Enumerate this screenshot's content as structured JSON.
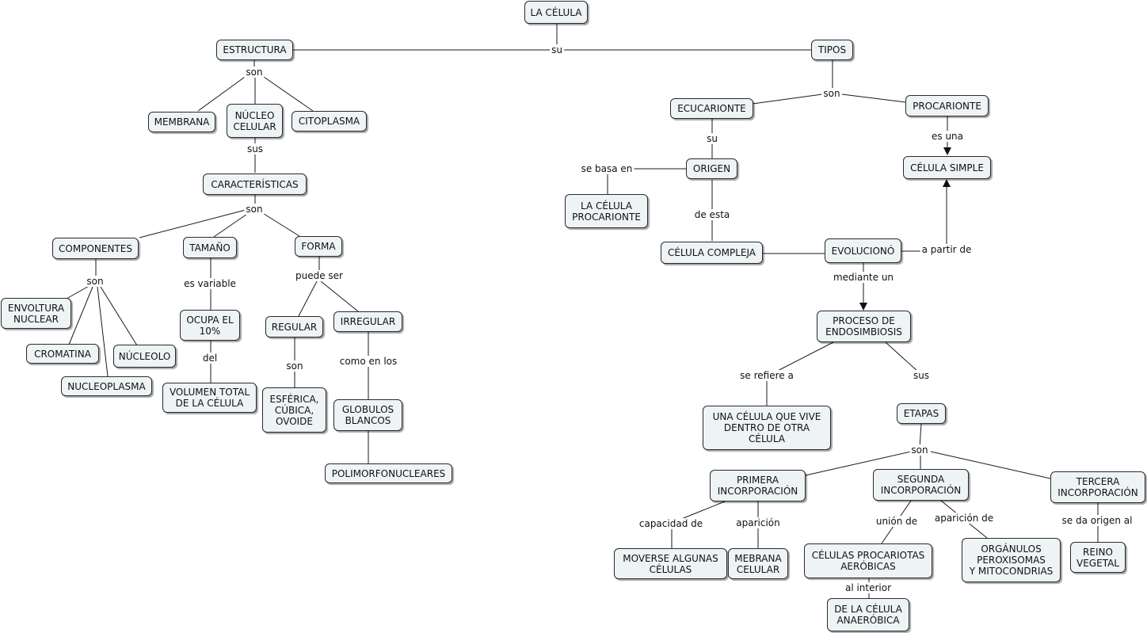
{
  "nodes": {
    "celula": "LA CÉLULA",
    "estructura": "ESTRUCTURA",
    "tipos": "TIPOS",
    "membrana": "MEMBRANA",
    "nucleo_celular": "NÚCLEO\nCELULAR",
    "citoplasma": "CITOPLASMA",
    "caracteristicas": "CARACTERÍSTICAS",
    "componentes": "COMPONENTES",
    "tamano": "TAMAÑO",
    "forma": "FORMA",
    "envoltura": "ENVOLTURA\nNUCLEAR",
    "cromatina": "CROMATINA",
    "nucleolo": "NÚCLEOLO",
    "nucleoplasma": "NUCLEOPLASMA",
    "ocupa": "OCUPA EL\n10%",
    "volumen": "VOLUMEN TOTAL\nDE LA CÉLULA",
    "regular": "REGULAR",
    "irregular": "IRREGULAR",
    "esferica": "ESFÉRICA,\nCÚBICA,\nOVOIDE",
    "globulos": "GLOBULOS\nBLANCOS",
    "polimorfo": "POLIMORFONUCLEARES",
    "eucarionte": "ECUCARIONTE",
    "procarionte": "PROCARIONTE",
    "celula_simple": "CÉLULA SIMPLE",
    "origen": "ORIGEN",
    "la_cel_proc": "LA CÉLULA\nPROCARIONTE",
    "cel_compleja": "CÉLULA COMPLEJA",
    "evoluciono": "EVOLUCIONÓ",
    "proceso": "PROCESO DE\nENDOSIMBIOSIS",
    "una_celula": "UNA CÉLULA QUE VIVE\nDENTRO DE OTRA\nCÉLULA",
    "etapas": "ETAPAS",
    "primera": "PRIMERA\nINCORPORACIÓN",
    "segunda": "SEGUNDA\nINCORPORACIÓN",
    "tercera": "TERCERA\nINCORPORACIÓN",
    "moverse": "MOVERSE ALGUNAS\nCÉLULAS",
    "membrana_celular": "MEBRANA\nCELULAR",
    "cel_proc_aer": "CÉLULAS PROCARIOTAS\nAERÓBICAS",
    "organulos": "ORGÁNULOS\nPEROXISOMAS\nY MITOCONDRIAS",
    "reino": "REINO\nVEGETAL",
    "anaerobica": "DE LA CÉLULA\nANAERÓBICA"
  },
  "links": {
    "su_top": "su",
    "son_estructura": "son",
    "sus_nucleo": "sus",
    "son_caract": "son",
    "son_componentes": "son",
    "es_variable": "es variable",
    "del": "del",
    "puede_ser": "puede ser",
    "son_regular": "son",
    "como_en_los": "como en los",
    "son_tipos": "son",
    "es_una": "es una",
    "su_eucarionte": "su",
    "se_basa_en": "se basa en",
    "de_esta": "de esta",
    "a_partir_de": "a partir de",
    "mediante_un": "mediante un",
    "se_refiere_a": "se refiere a",
    "sus_proceso": "sus",
    "son_etapas": "son",
    "capacidad_de": "capacidad de",
    "aparicion_1": "aparición",
    "union_de": "unión de",
    "aparicion_de": "aparición de",
    "se_da_origen": "se da origen al",
    "al_interior": "al interior"
  },
  "colors": {
    "node_fill": "#eef3f6",
    "border": "#2a2a2a",
    "line": "#1a1a1a"
  }
}
